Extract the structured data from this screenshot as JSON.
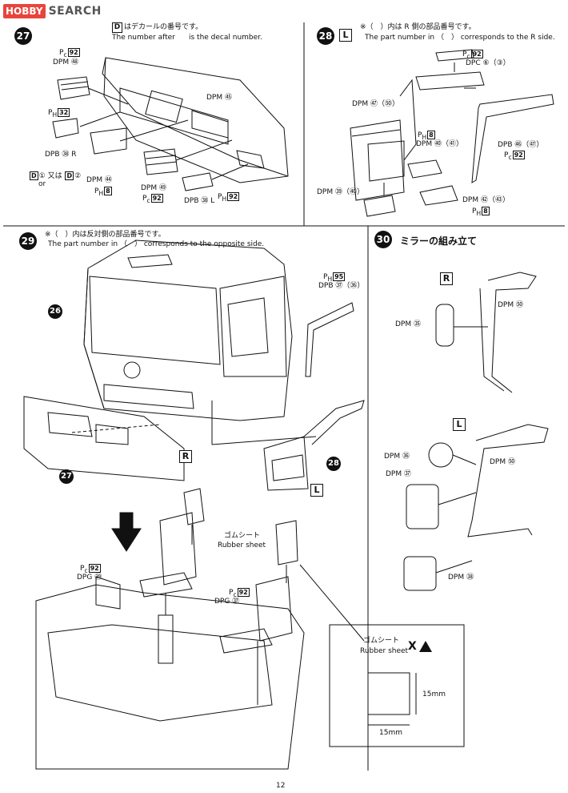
{
  "watermark": {
    "brand_badge": "HOBBY",
    "brand_word": "SEARCH"
  },
  "page_number": "12",
  "colors": {
    "ink": "#111111",
    "logo_red": "#e8453c",
    "logo_gray": "#555555"
  },
  "step27": {
    "number": "27",
    "note_jp": "はデカールの番号です。",
    "note_box": "D",
    "note_en_pre": "The number after",
    "note_en_post": "is the decal number.",
    "labels": {
      "pc92_top": "92",
      "dpm48": "DPM ㊽",
      "ph32": "32",
      "dpm45": "DPM ㊺",
      "dpb38r": "DPB ㊳ R",
      "decal_or": "① 又は",
      "decal_two": "②",
      "or": "or",
      "dpm44": "DPM ㊹",
      "ph8": "8",
      "dpm49": "DPM ㊾",
      "pc92_b": "92",
      "dpb38l": "DPB ㊳ L",
      "ph92": "92"
    }
  },
  "step28": {
    "number": "28",
    "side_box": "L",
    "note_jp": "※（　）内は R 側の部品番号です。",
    "note_en": "The part number in （　） corresponds to the R side.",
    "labels": {
      "pc92": "92",
      "dpc6": "DPC ⑥（③）",
      "dpm52": "DPM ㊼（㊿）",
      "ph8a": "8",
      "dpm40": "DPM ㊵（㊶）",
      "dpb46": "DPB ㊻（㊼）",
      "pc92b": "92",
      "dpm54": "DPM ㊴（㊵）",
      "dpm42": "DPM ㊷（㊸）",
      "ph8b": "8"
    }
  },
  "step29": {
    "number": "29",
    "note_jp": "※（　）内は反対側の部品番号です。",
    "note_en": "The part number in （　） corresponds to the opposite side.",
    "labels": {
      "ph95": "95",
      "dpb37": "DPB ㊲（㊱）",
      "ref26": "26",
      "ref27": "27",
      "ref28": "28",
      "box_r": "R",
      "box_l": "L",
      "rubber_jp": "ゴムシート",
      "rubber_en": "Rubber sheet",
      "pc92a": "92",
      "dpg39": "DPG ㊴",
      "pc92b": "92",
      "dpg37": "DPG ㊲"
    },
    "inset": {
      "title_jp": "ゴムシート",
      "title_en": "Rubber sheet",
      "mark": "X",
      "width": "15mm",
      "height": "15mm"
    }
  },
  "step30": {
    "number": "30",
    "title": "ミラーの組み立て",
    "box_r": "R",
    "box_l": "L",
    "labels": {
      "dpm50": "DPM ㊿",
      "dpm35": "DPM ㉟",
      "dpm36": "DPM ㊱",
      "dpm51": "DPM ㊿",
      "dpm37": "DPM ㊲",
      "dpm38": "DPM ㊳"
    }
  }
}
